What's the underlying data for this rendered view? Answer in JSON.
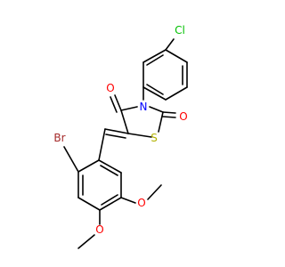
{
  "molecule": {
    "colors": {
      "bond": "#000000",
      "O": "#ff0000",
      "N": "#0000ff",
      "S": "#b2b200",
      "Br": "#a52a2a",
      "Cl": "#00c000",
      "background": "#ffffff"
    },
    "labels": {
      "cl": "Cl",
      "n": "N",
      "s": "S",
      "o_top": "O",
      "o_right": "O",
      "br": "Br",
      "o_meo_right": "O",
      "o_meo_bottom": "O"
    }
  }
}
